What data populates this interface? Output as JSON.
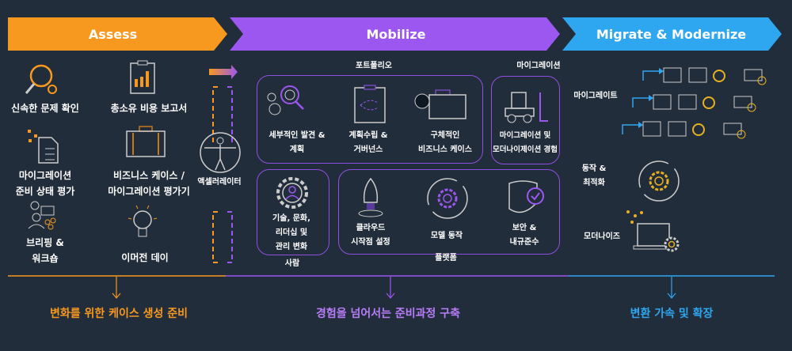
{
  "colors": {
    "assess": "#f7981f",
    "mobilize": "#9b57f0",
    "migrate": "#2ea6f0",
    "background": "#222d3b"
  },
  "phases": {
    "assess": "Assess",
    "mobilize": "Mobilize",
    "migrate": "Migrate & Modernize"
  },
  "assess": {
    "items": [
      {
        "label": "신속한 문제 확인",
        "icon": "magnifier-gear-icon"
      },
      {
        "label": "총소유 비용 보고서",
        "icon": "clipboard-chart-icon"
      },
      {
        "label": "마이그레이션\n준비 상태 평가",
        "icon": "checklist-document-icon"
      },
      {
        "label": "비즈니스 케이스 /\n마이그레이션 평가기",
        "icon": "briefcase-icon"
      },
      {
        "label": "브리핑 &\n워크숍",
        "icon": "people-laptop-icon"
      },
      {
        "label": "이머전 데이",
        "icon": "lightbulb-icon"
      }
    ],
    "accelerator": "액셀러레이터",
    "bottom": "변화를 위한 케이스 생성 준비"
  },
  "mobilize": {
    "portfolio_title": "포트폴리오",
    "migration_title": "마이그레이션",
    "people_title": "사람",
    "platform_title": "플랫폼",
    "portfolio": [
      {
        "label": "세부적인 발견 &\n계획",
        "icon": "gears-magnifier-icon"
      },
      {
        "label": "계획수립 &\n거버넌스",
        "icon": "clipboard-plan-icon"
      },
      {
        "label": "구체적인\n비즈니스 케이스",
        "icon": "bulb-briefcase-icon"
      }
    ],
    "migration": {
      "label": "마이그레이션 및\n모더나이제이션 경험",
      "icon": "forklift-icon"
    },
    "people": {
      "label": "기술, 문화,\n리더십 및\n관리 변화",
      "icon": "gear-person-icon"
    },
    "platform": [
      {
        "label": "클라우드\n시작점 설정",
        "icon": "rocket-icon"
      },
      {
        "label": "모델 동작",
        "icon": "cycle-gear-icon"
      },
      {
        "label": "보안 &\n내규준수",
        "icon": "shield-check-icon"
      }
    ],
    "bottom": "경험을 넘어서는 준비과정 구축"
  },
  "migrate": {
    "migrate_label": "마이그레이트",
    "operate_label": "동작 &\n최적화",
    "modernize_label": "모더나이즈",
    "bottom": "변환 가속 및 확장"
  }
}
